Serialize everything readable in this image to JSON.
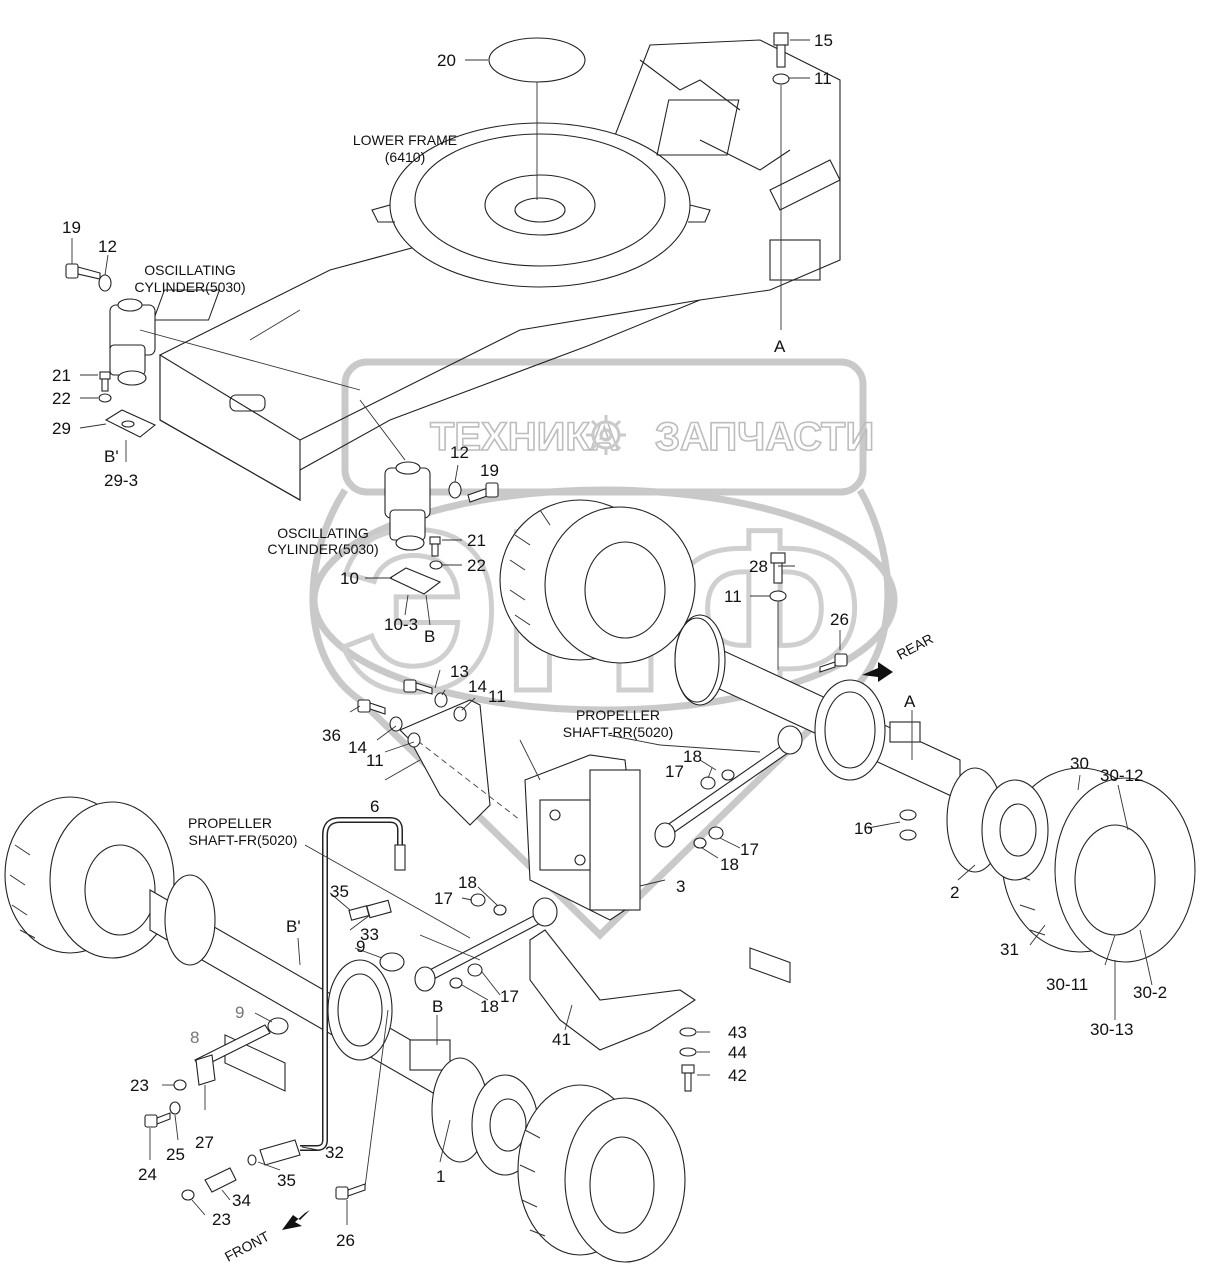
{
  "watermark": {
    "left_word": "ТЕХНИКА",
    "right_word": "ЗАПЧАСТИ",
    "logo_letters": "ЭПФ",
    "gear_icon": "gear-icon"
  },
  "captions": {
    "lower_frame_line1": "LOWER FRAME",
    "lower_frame_line2": "(6410)",
    "osc_cyl_1_line1": "OSCILLATING",
    "osc_cyl_1_line2": "CYLINDER(5030)",
    "osc_cyl_2_line1": "OSCILLATING",
    "osc_cyl_2_line2": "CYLINDER(5030)",
    "prop_rr_line1": "PROPELLER",
    "prop_rr_line2": "SHAFT-RR(5020)",
    "prop_fr_line1": "PROPELLER",
    "prop_fr_line2": "SHAFT-FR(5020)",
    "rear": "REAR",
    "front": "FRONT"
  },
  "labels": {
    "p20": "20",
    "p15": "15",
    "p11a": "11",
    "p19a": "19",
    "p12a": "12",
    "p21a": "21",
    "p22a": "22",
    "p29": "29",
    "pBprime1": "B'",
    "p29_3": "29-3",
    "pA1": "A",
    "p12b": "12",
    "p19b": "19",
    "p21b": "21",
    "p22b": "22",
    "p10": "10",
    "p10_3": "10-3",
    "pB1": "B",
    "p28": "28",
    "p11b": "11",
    "p26a": "26",
    "p13": "13",
    "p14a": "14",
    "p11c": "11",
    "p36": "36",
    "p14b": "14",
    "p11d": "11",
    "p6": "6",
    "pA2": "A",
    "p18a": "18",
    "p17a": "17",
    "p16": "16",
    "p30": "30",
    "p30_12": "30-12",
    "p17b": "17",
    "p18b": "18",
    "p3": "3",
    "p2": "2",
    "p31": "31",
    "p30_11": "30-11",
    "p30_2": "30-2",
    "p30_13": "30-13",
    "p35a": "35",
    "p33": "33",
    "p17c": "17",
    "p18c": "18",
    "pBprime2": "B'",
    "p9a": "9",
    "p18d": "18",
    "p17d": "17",
    "pB2": "B",
    "p9b": "9",
    "p8": "8",
    "p23a": "23",
    "p27": "27",
    "p43": "43",
    "p44": "44",
    "p42": "42",
    "p41": "41",
    "p24": "24",
    "p25": "25",
    "p32": "32",
    "p35b": "35",
    "p1": "1",
    "p34": "34",
    "p23b": "23",
    "p26b": "26"
  }
}
